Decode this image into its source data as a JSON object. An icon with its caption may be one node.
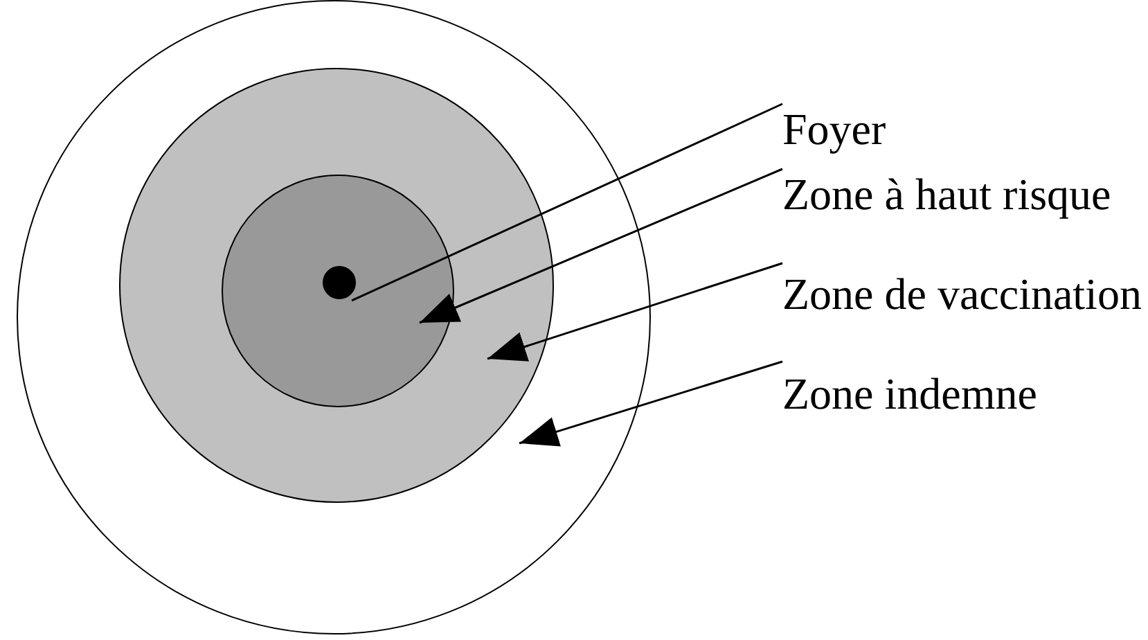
{
  "diagram": {
    "nodes": [
      {
        "text": [],
        "shape": "circle"
      },
      {
        "text": [],
        "shape": "circle",
        "in": 0
      },
      {
        "text": [],
        "shape": "circle",
        "in": 1
      },
      {
        "text": [],
        "shape": "circle",
        "in": 2
      },
      {
        "text": [
          "Foyer"
        ]
      },
      {
        "text": [
          "Zone à haut risque"
        ]
      },
      {
        "text": [
          "Zone de vaccination"
        ]
      },
      {
        "text": [
          "Zone indemne"
        ]
      }
    ],
    "edges": [
      {
        "from": 4,
        "to": 3,
        "arrow": "none"
      },
      {
        "from": 5,
        "to": 2,
        "arrow": "to"
      },
      {
        "from": 6,
        "to": 1,
        "arrow": "to"
      },
      {
        "from": 7,
        "to": 0,
        "arrow": "to"
      }
    ]
  }
}
